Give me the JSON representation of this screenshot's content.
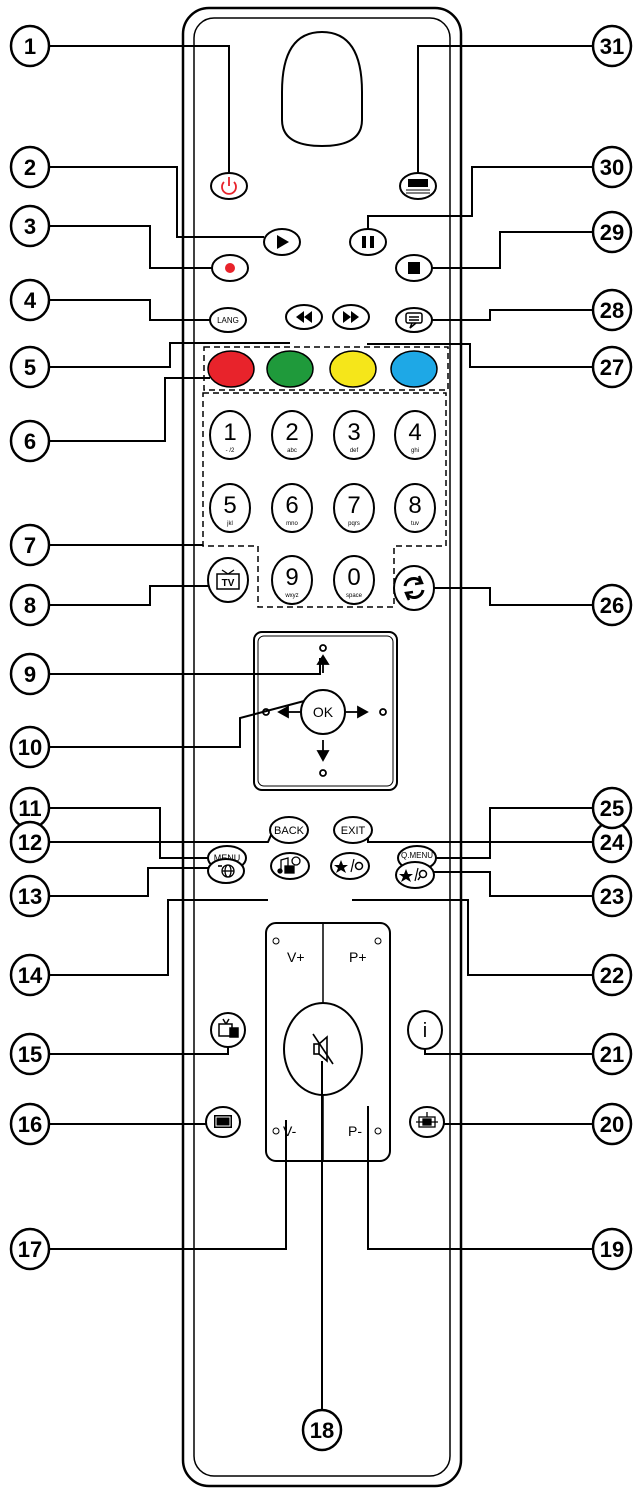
{
  "callouts": [
    "1",
    "2",
    "3",
    "4",
    "5",
    "6",
    "7",
    "8",
    "9",
    "10",
    "11",
    "12",
    "13",
    "14",
    "15",
    "16",
    "17",
    "18",
    "19",
    "20",
    "21",
    "22",
    "23",
    "24",
    "25",
    "26",
    "27",
    "28",
    "29",
    "30",
    "31"
  ],
  "buttons": {
    "lang": "LANG",
    "ok": "OK",
    "menu": "MENU",
    "back": "BACK",
    "exit": "EXIT",
    "qmenu": "Q.MENU",
    "info": "i",
    "tv": "TV"
  },
  "digits": [
    {
      "n": "1",
      "s": "- /2"
    },
    {
      "n": "2",
      "s": "abc"
    },
    {
      "n": "3",
      "s": "def"
    },
    {
      "n": "4",
      "s": "ghi"
    },
    {
      "n": "5",
      "s": "jkl"
    },
    {
      "n": "6",
      "s": "mno"
    },
    {
      "n": "7",
      "s": "pqrs"
    },
    {
      "n": "8",
      "s": "tuv"
    },
    {
      "n": "9",
      "s": "wxyz"
    },
    {
      "n": "0",
      "s": "space"
    }
  ],
  "rocker": {
    "v_plus": "V+",
    "v_minus": "V-",
    "p_plus": "P+",
    "p_minus": "P-"
  },
  "colors": {
    "red": "#e8232b",
    "green": "#1f9a3b",
    "yellow": "#f5e61a",
    "blue": "#1ea8e6",
    "power": "#e8232b"
  }
}
